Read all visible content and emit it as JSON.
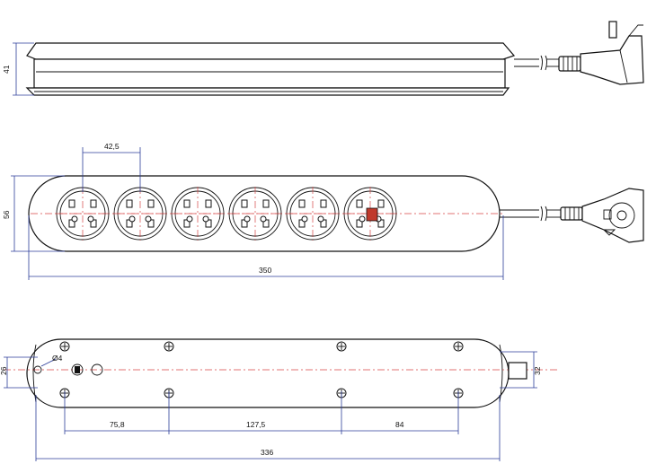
{
  "dimensions": {
    "side_height": "41",
    "top_socket_spacing": "42,5",
    "top_height": "56",
    "top_length": "350",
    "bottom_height": "26",
    "bottom_hole_diameter": "Ø4",
    "bottom_span_a": "75,8",
    "bottom_span_b": "127,5",
    "bottom_span_c": "84",
    "bottom_cable_height": "32",
    "bottom_length": "336"
  },
  "colors": {
    "outline": "#111111",
    "dimension": "#2c3e9a",
    "centerline": "#d64545",
    "switch_mark": "#c0392b"
  }
}
